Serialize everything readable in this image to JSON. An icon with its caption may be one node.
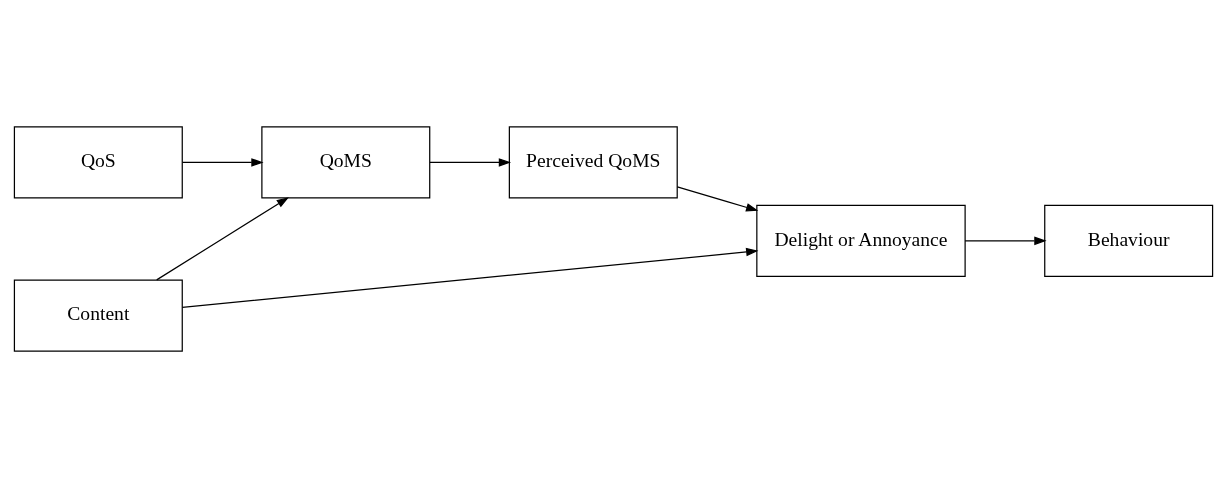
{
  "diagram": {
    "nodes": [
      {
        "text": [
          "QoS"
        ]
      },
      {
        "text": [
          "QoMS"
        ]
      },
      {
        "text": [
          "Perceived QoMS"
        ]
      },
      {
        "text": [
          "Content"
        ]
      },
      {
        "text": [
          "Delight or Annoyance"
        ]
      },
      {
        "text": [
          "Behaviour"
        ]
      }
    ],
    "edges": [
      {
        "from": 0,
        "to": 1,
        "arrow": "to"
      },
      {
        "from": 3,
        "to": 1,
        "arrow": "to"
      },
      {
        "from": 1,
        "to": 2,
        "arrow": "to"
      },
      {
        "from": 2,
        "to": 4,
        "arrow": "to"
      },
      {
        "from": 3,
        "to": 4,
        "arrow": "to"
      },
      {
        "from": 4,
        "to": 5,
        "arrow": "to"
      }
    ]
  }
}
